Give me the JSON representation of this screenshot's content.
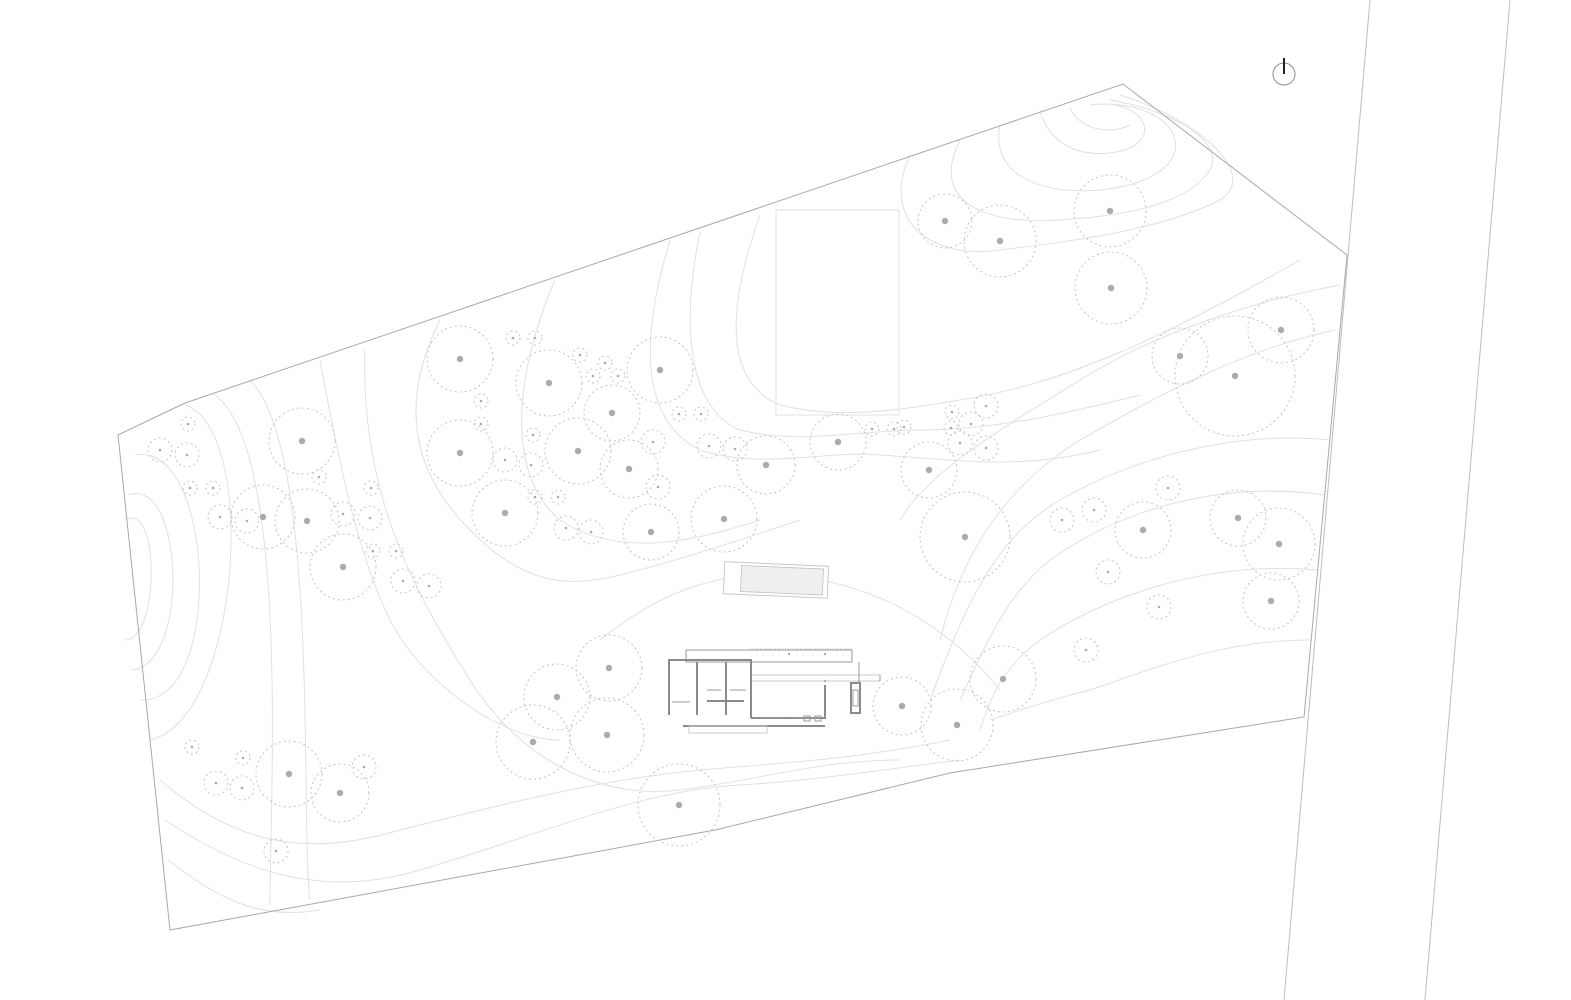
{
  "drawing": {
    "type": "site-plan",
    "style": "line drawing, grey on white",
    "elements": [
      "property-boundary",
      "road",
      "contour-lines",
      "trees",
      "court",
      "pool",
      "house",
      "north-arrow"
    ]
  },
  "colors": {
    "background": "#ffffff",
    "boundary": "#a8a8a8",
    "contour": "#e0e0e0",
    "tree_canopy": "#c4c4c4",
    "tree_trunk": "#ababab",
    "building": "#8a8a8a",
    "north_needle": "#222222"
  },
  "trees": {
    "count": 86,
    "canopy_style": "dashed circle",
    "trunk_style": "filled dot"
  },
  "north_arrow": {
    "symbol": "circle-with-needle",
    "direction": "up"
  }
}
